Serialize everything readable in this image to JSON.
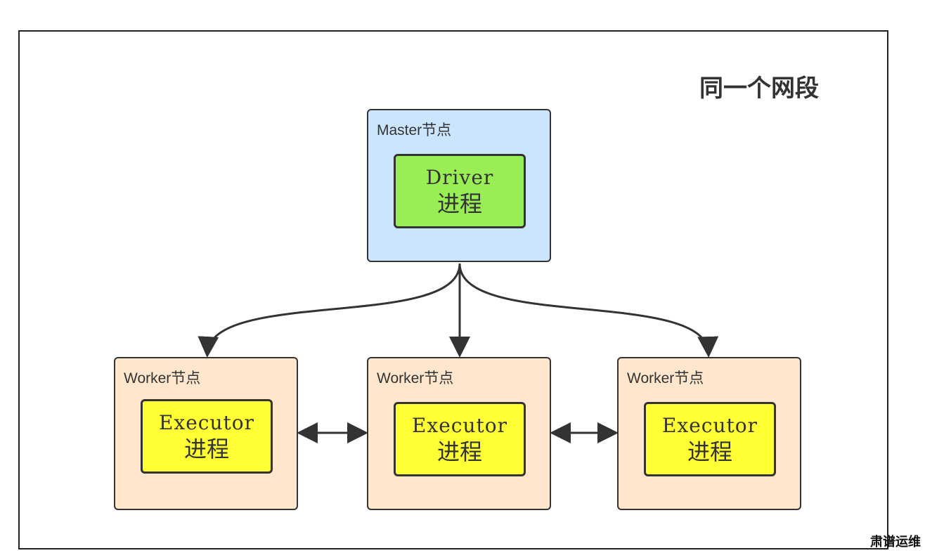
{
  "diagram": {
    "segment_title": "同一个网段",
    "master": {
      "label": "Master节点",
      "process_name": "Driver",
      "process_suffix": "进程"
    },
    "workers": [
      {
        "label": "Worker节点",
        "process_name": "Executor",
        "process_suffix": "进程"
      },
      {
        "label": "Worker节点",
        "process_name": "Executor",
        "process_suffix": "进程"
      },
      {
        "label": "Worker节点",
        "process_name": "Executor",
        "process_suffix": "进程"
      }
    ],
    "colors": {
      "master_fill": "#cce5ff",
      "worker_fill": "#ffe6cc",
      "driver_fill": "#99ee55",
      "executor_fill": "#ffff33",
      "stroke": "#333333"
    }
  },
  "watermark": "肃谱运维"
}
